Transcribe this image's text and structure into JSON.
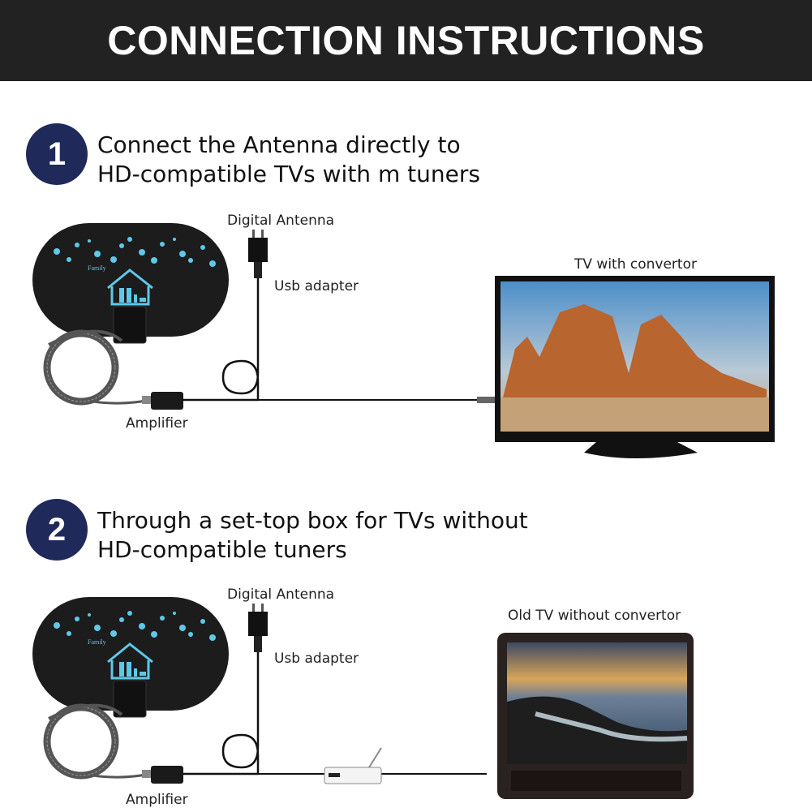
{
  "banner": {
    "title": "CONNECTION INSTRUCTIONS"
  },
  "steps": [
    {
      "number": "1",
      "text_line1": "Connect the Antenna directly to",
      "text_line2": "HD-compatible TVs with m tuners",
      "antenna_label": "Digital Antenna",
      "adapter_label": "Usb adapter",
      "amplifier_label": "Amplifier",
      "tv_label": "TV with convertor"
    },
    {
      "number": "2",
      "text_line1": "Through a set-top box for TVs without",
      "text_line2": "HD-compatible tuners",
      "antenna_label": "Digital Antenna",
      "adapter_label": "Usb adapter",
      "amplifier_label": "Amplifier",
      "tv_label": "Old TV without convertor"
    }
  ],
  "antenna_logo": "Family",
  "colors": {
    "banner": "#222222",
    "badge": "#1f2a5a",
    "accent": "#5fc8e8"
  }
}
